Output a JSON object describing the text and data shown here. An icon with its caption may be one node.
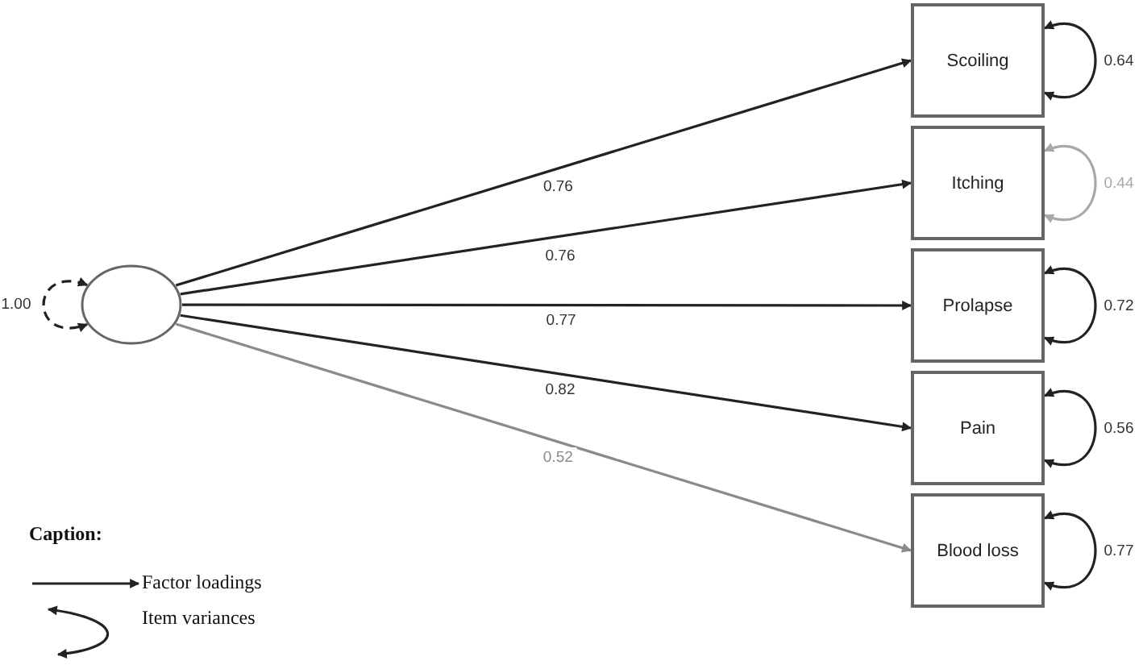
{
  "diagram": {
    "nodes": [
      {
        "text": [],
        "shape": "circle"
      },
      {
        "text": [
          "Scoiling"
        ]
      },
      {
        "text": [
          "Itching"
        ]
      },
      {
        "text": [
          "Prolapse"
        ]
      },
      {
        "text": [
          "Pain"
        ]
      },
      {
        "text": [
          "Blood loss"
        ]
      }
    ],
    "edges": [
      {
        "from": 0,
        "to": 1,
        "arrow": "to",
        "label": "0.76"
      },
      {
        "from": 0,
        "to": 2,
        "arrow": "to",
        "label": "0.76"
      },
      {
        "from": 0,
        "to": 3,
        "arrow": "to",
        "label": "0.77"
      },
      {
        "from": 0,
        "to": 4,
        "arrow": "to",
        "label": "0.82"
      },
      {
        "from": 0,
        "to": 5,
        "arrow": "to",
        "label": "0.52",
        "color": "#8a8a8a"
      },
      {
        "from": 0,
        "to": 0,
        "arrow": "both",
        "label": "1.00",
        "style": "dashed"
      },
      {
        "from": 1,
        "to": 1,
        "arrow": "both",
        "label": "0.64"
      },
      {
        "from": 2,
        "to": 2,
        "arrow": "both",
        "label": "0.44",
        "color": "#a8a8a8"
      },
      {
        "from": 3,
        "to": 3,
        "arrow": "both",
        "label": "0.72"
      },
      {
        "from": 4,
        "to": 4,
        "arrow": "both",
        "label": "0.56"
      },
      {
        "from": 5,
        "to": 5,
        "arrow": "both",
        "label": "0.77"
      }
    ],
    "labels": [
      "Caption:"
    ],
    "legend": [
      {
        "text": "Factor loadings"
      },
      {
        "text": "Item variances"
      }
    ]
  }
}
